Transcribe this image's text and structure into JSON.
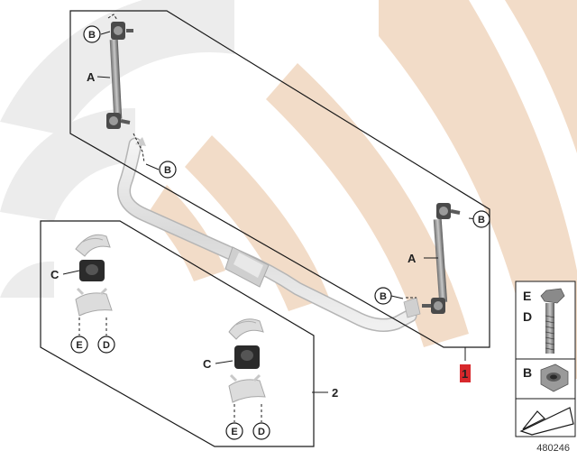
{
  "diagram": {
    "figure_number": "480246",
    "part_numbers": {
      "kit": "1",
      "brackets": "2"
    },
    "letters": {
      "a": "A",
      "b": "B",
      "c": "C",
      "d": "D",
      "e": "E"
    },
    "colors": {
      "watermark": "#f2dcc8",
      "watermark_grey": "#e9e9e9",
      "line": "#1a1a1a",
      "part_grey": "#bdbdbd",
      "highlight_red": "#d8282c"
    },
    "icons": [
      "bolt-icon",
      "nut-icon",
      "arrow-wedge-icon"
    ]
  }
}
